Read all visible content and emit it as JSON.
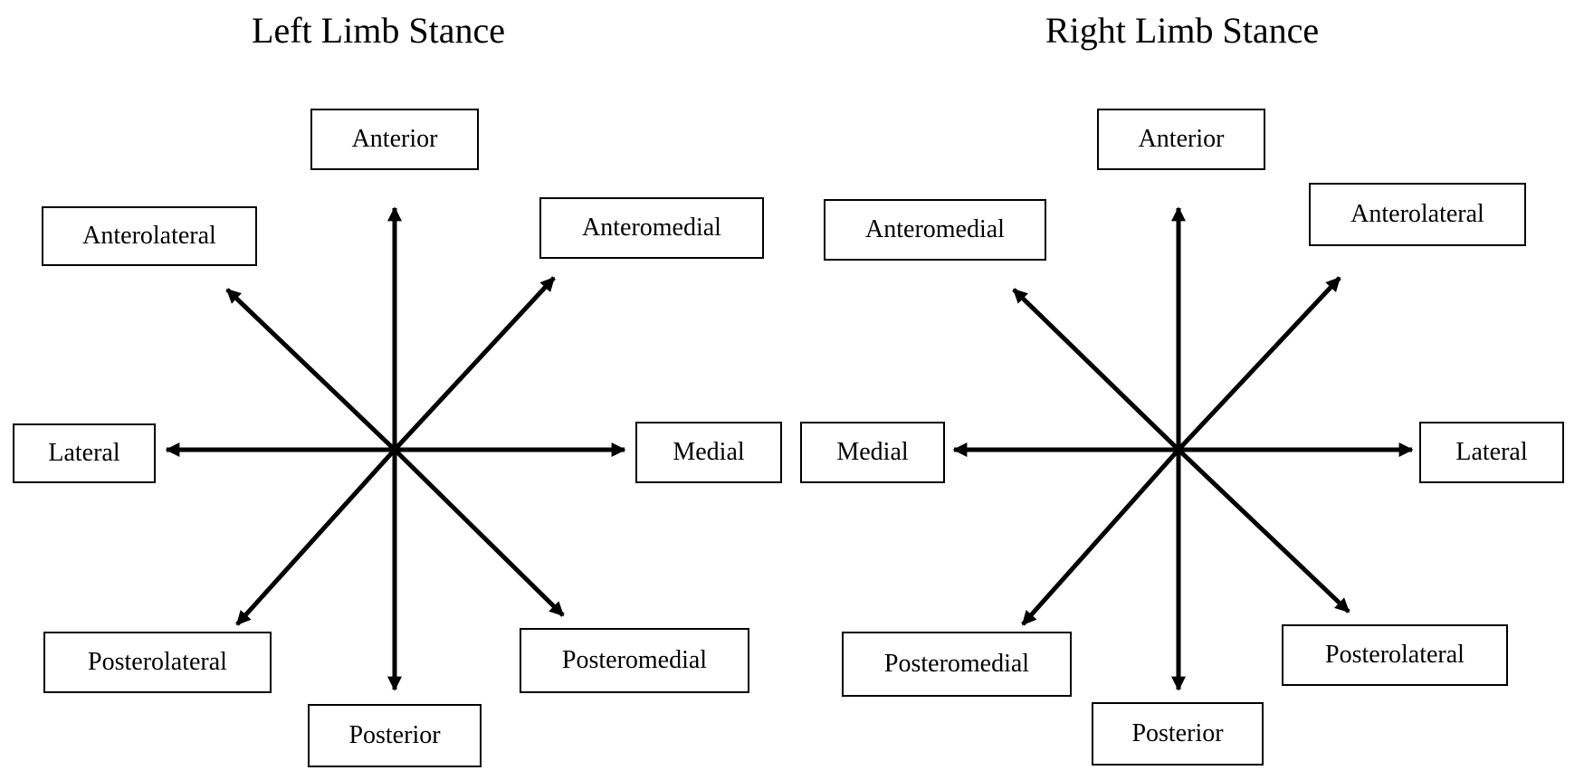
{
  "diagram": {
    "left": {
      "title": "Left Limb Stance",
      "labels": {
        "anterior": "Anterior",
        "anteromedial": "Anteromedial",
        "medial": "Medial",
        "posteromedial": "Posteromedial",
        "posterior": "Posterior",
        "posterolateral": "Posterolateral",
        "lateral": "Lateral",
        "anterolateral": "Anterolateral"
      }
    },
    "right": {
      "title": "Right Limb Stance",
      "labels": {
        "anterior": "Anterior",
        "anterolateral": "Anterolateral",
        "lateral": "Lateral",
        "posterolateral": "Posterolateral",
        "posterior": "Posterior",
        "posteromedial": "Posteromedial",
        "medial": "Medial",
        "anteromedial": "Anteromedial"
      }
    },
    "colors": {
      "line": "#000000",
      "background": "#ffffff"
    }
  }
}
